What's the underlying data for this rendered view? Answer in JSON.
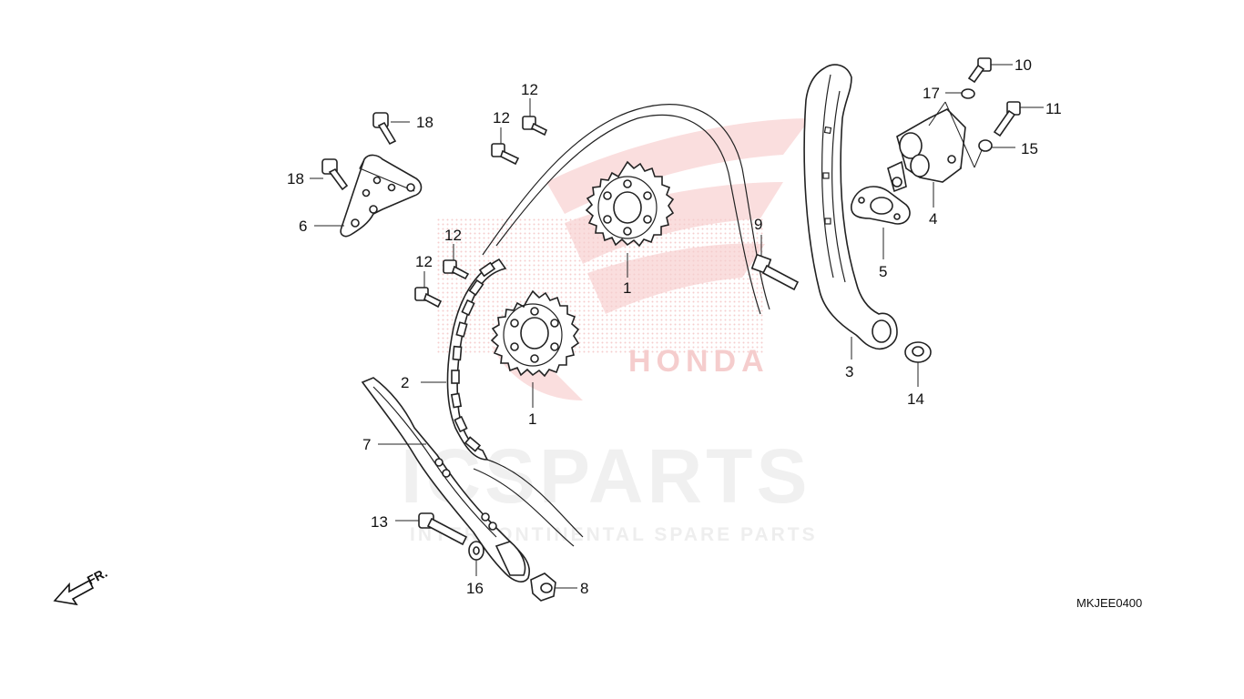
{
  "diagram": {
    "code": "MKJEE0400",
    "front_label": "FR.",
    "watermark": {
      "brand": "ICSPARTS",
      "tagline": "INTERCONTINENTAL SPARE PARTS",
      "logo_text": "HONDA",
      "color": "#e53935"
    },
    "callouts": {
      "p1a": "1",
      "p1b": "1",
      "p2": "2",
      "p3": "3",
      "p4": "4",
      "p5": "5",
      "p6": "6",
      "p7": "7",
      "p8": "8",
      "p9": "9",
      "p10": "10",
      "p11": "11",
      "p12a": "12",
      "p12b": "12",
      "p12c": "12",
      "p12d": "12",
      "p13": "13",
      "p14": "14",
      "p15": "15",
      "p16": "16",
      "p17": "17",
      "p18a": "18",
      "p18b": "18"
    }
  }
}
